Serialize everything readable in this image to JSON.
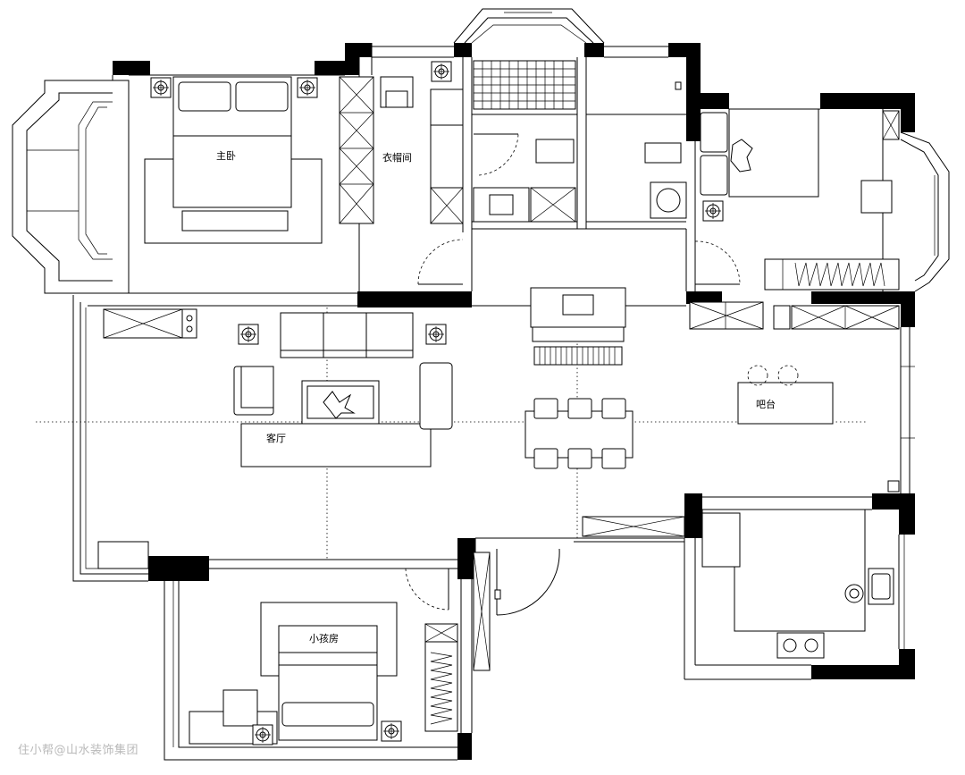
{
  "rooms": {
    "master_bedroom": "主卧",
    "walk_in_closet": "衣帽间",
    "living_room": "客厅",
    "bar_counter": "吧台",
    "kids_room": "小孩房"
  },
  "watermark": "住小帮@山水装饰集团",
  "colors": {
    "line": "#000000",
    "background": "#ffffff",
    "watermark": "#b9b9b9"
  }
}
